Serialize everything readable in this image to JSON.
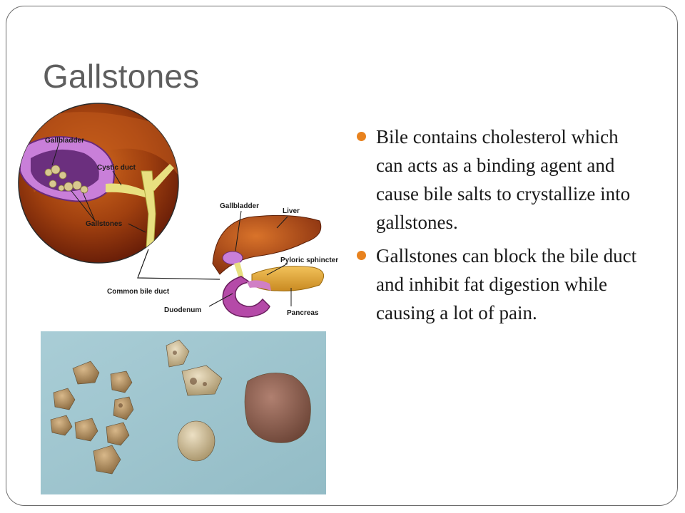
{
  "slide": {
    "title": "Gallstones",
    "bullets": [
      "Bile contains cholesterol which can acts as a binding agent and cause bile salts to crystallize into gallstones.",
      "Gallstones can block the bile duct and inhibit fat digestion while causing a lot of pain."
    ]
  },
  "diagram": {
    "labels": {
      "gallbladder_inset": "Gallbladder",
      "cystic_duct": "Cystic duct",
      "gallstones": "Gallstones",
      "gallbladder": "Gallbladder",
      "liver": "Liver",
      "pyloric_sphincter": "Pyloric sphincter",
      "common_bile_duct": "Common bile duct",
      "duodenum": "Duodenum",
      "pancreas": "Pancreas"
    }
  },
  "colors": {
    "bullet": "#e8821e",
    "title": "#5e5e5e",
    "frame": "#6d6d6d"
  }
}
